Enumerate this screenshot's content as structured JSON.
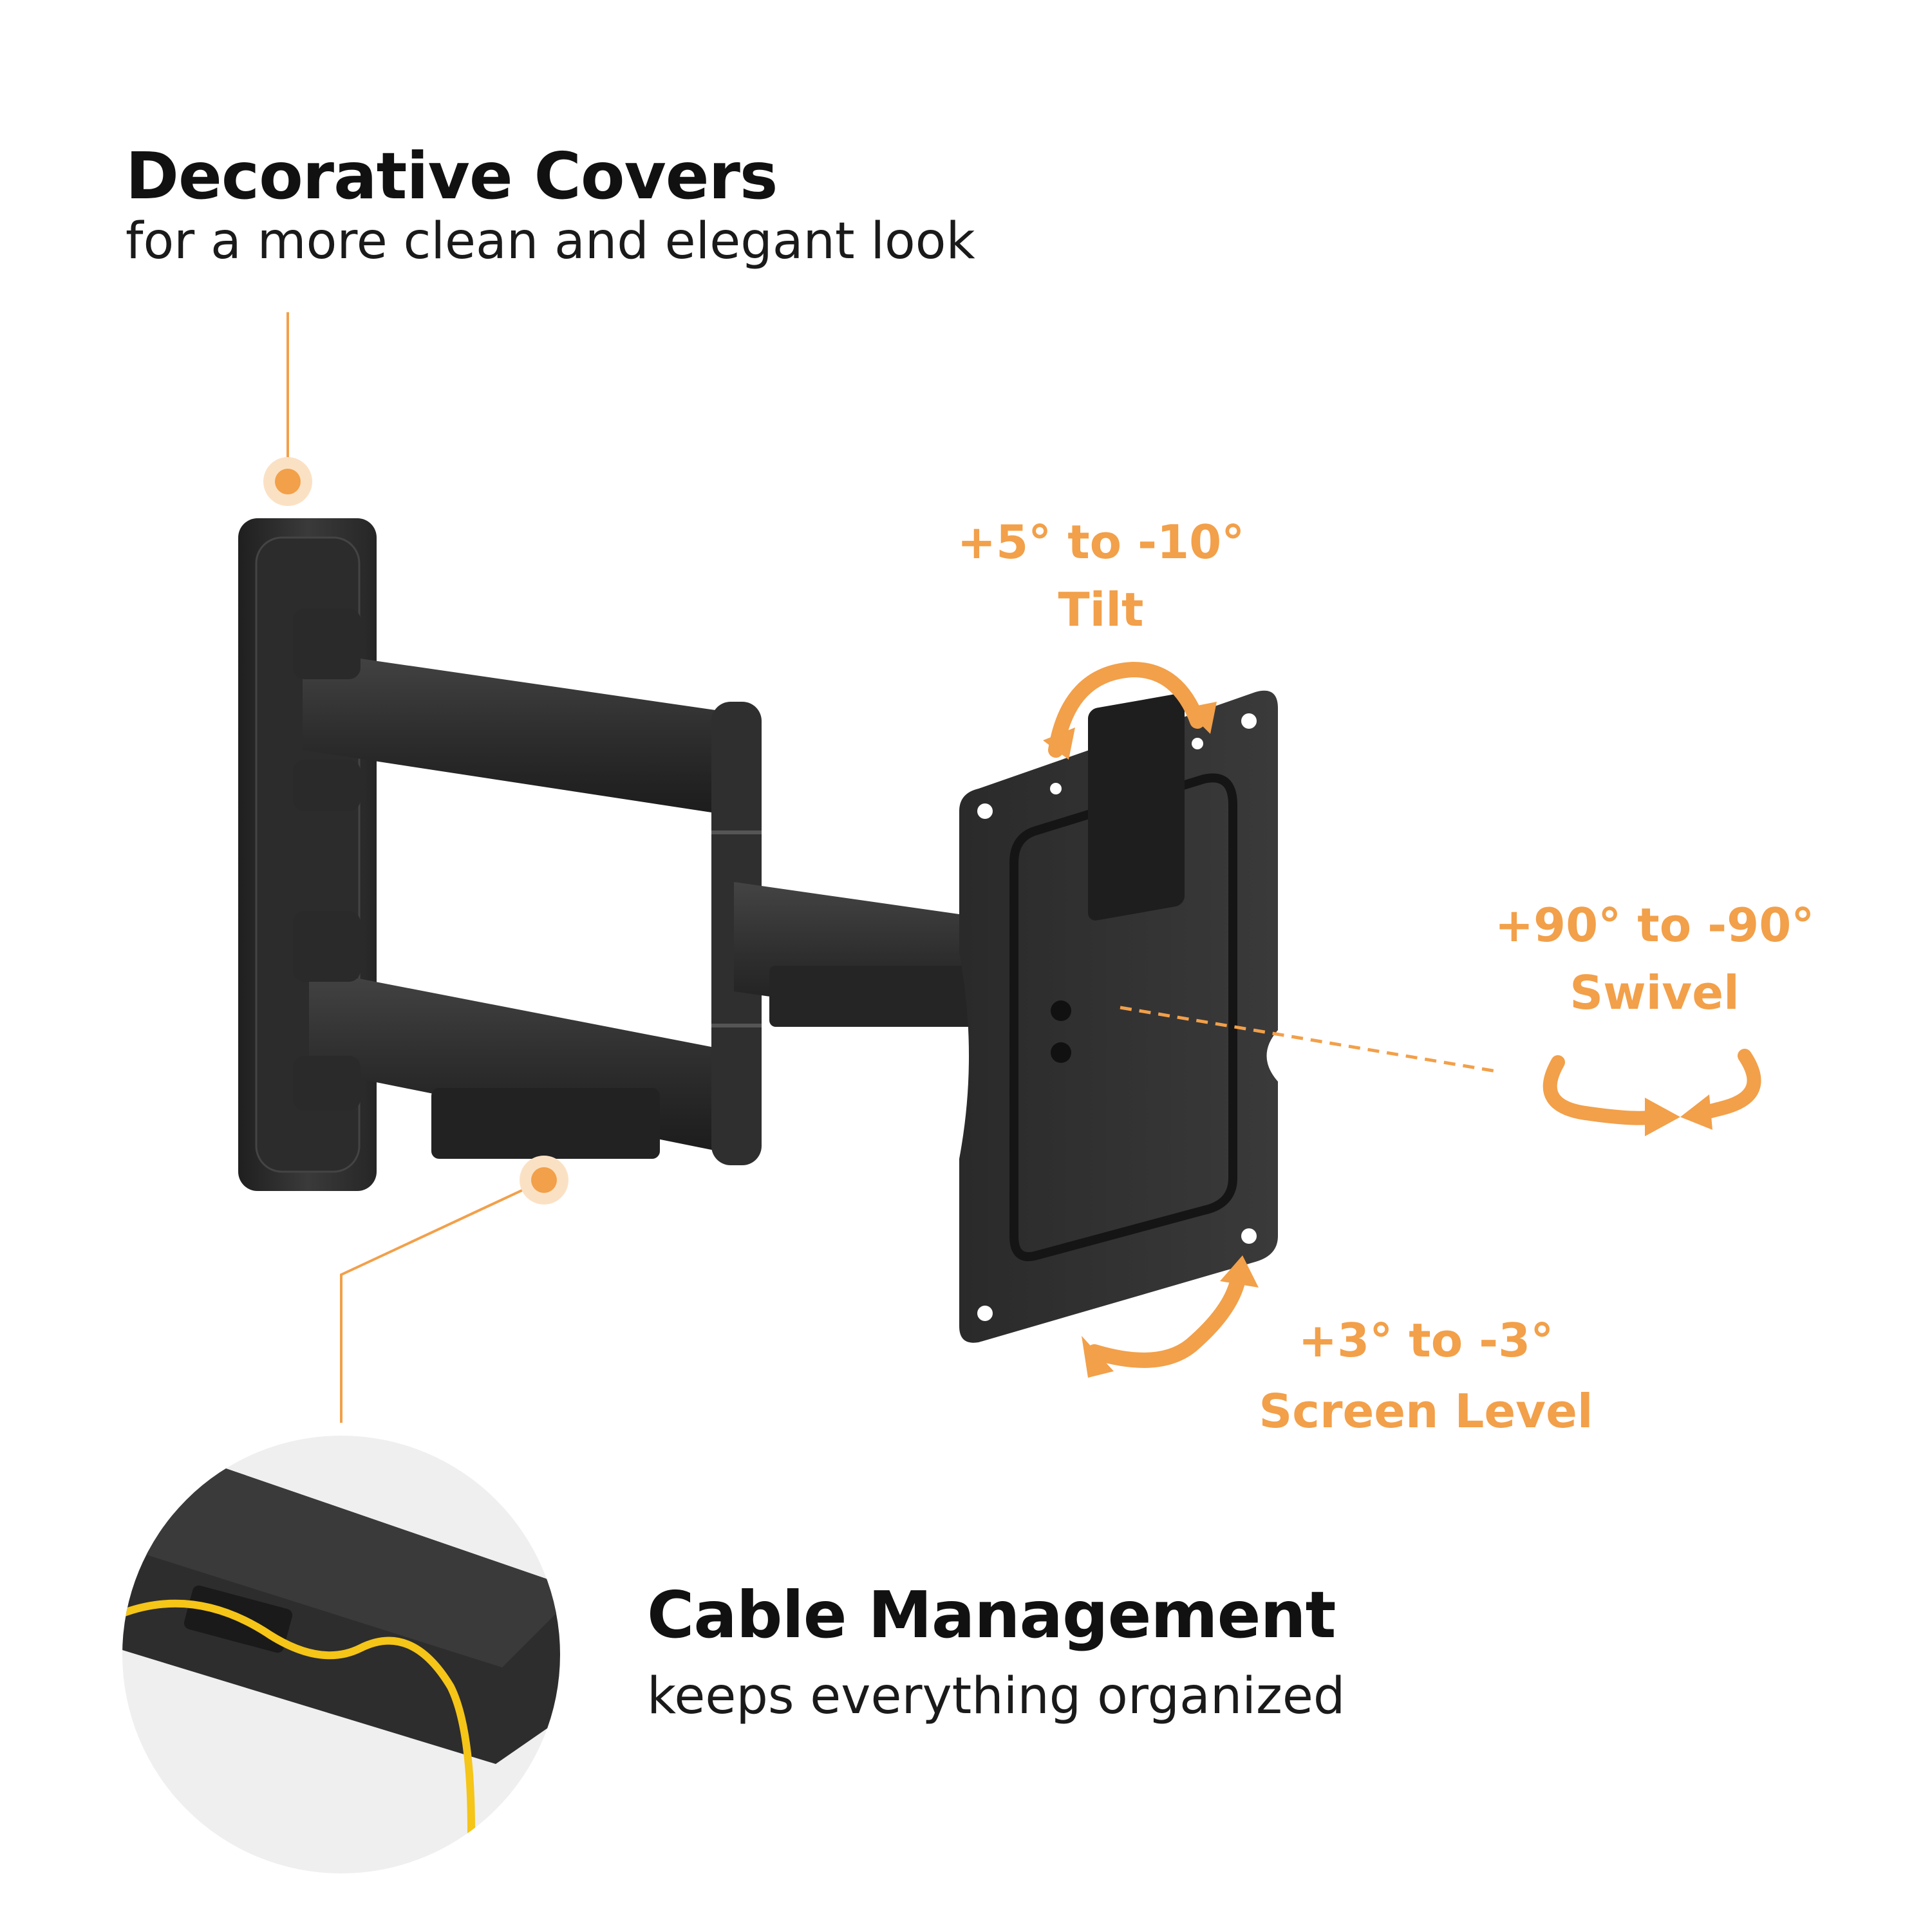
{
  "features": {
    "decorative_covers": {
      "title": "Decorative Covers",
      "subtitle": "for a more clean and elegant look"
    },
    "cable_management": {
      "title": "Cable Management",
      "subtitle": "keeps everything organized"
    }
  },
  "adjustments": {
    "tilt": {
      "range": "+5° to -10°",
      "label": "Tilt"
    },
    "swivel": {
      "range": "+90° to -90°",
      "label": "Swivel"
    },
    "screen_level": {
      "range": "+3° to -3°",
      "label": "Screen Level"
    }
  },
  "colors": {
    "accent": "#f2a04a",
    "accent_light": "#fbe1c4",
    "mount_dark": "#2b2b2b",
    "cable": "#f5c518",
    "inset_bg": "#efefef"
  }
}
